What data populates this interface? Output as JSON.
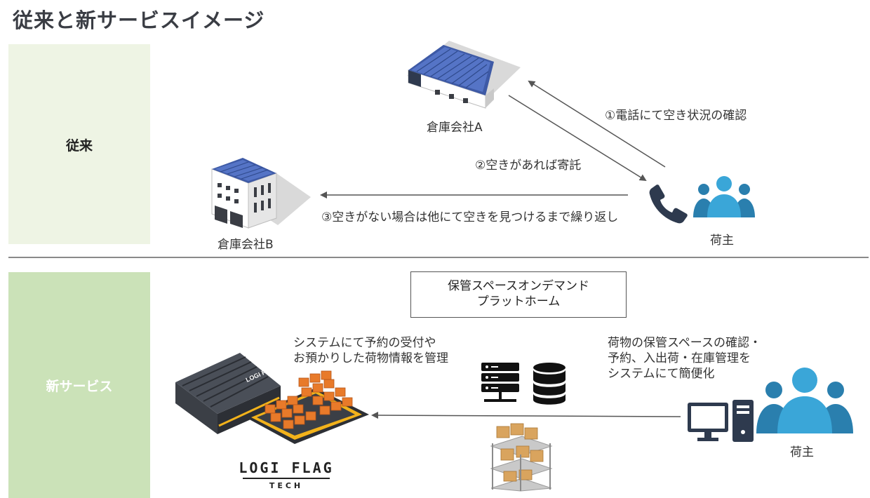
{
  "title": "従来と新サービスイメージ",
  "sections": {
    "traditional": {
      "label": "従来",
      "warehouse_a": "倉庫会社A",
      "warehouse_b": "倉庫会社B",
      "shipper": "荷主",
      "steps": [
        "①電話にて空き状況の確認",
        "②空きがあれば寄託",
        "③空きがない場合は他にて空きを見つけるまで繰り返し"
      ]
    },
    "new_service": {
      "label": "新サービス",
      "platform_lines": [
        "保管スペースオンデマンド",
        "プラットホーム"
      ],
      "system_note": [
        "システムにて予約の受付や",
        "お預かりした荷物情報を管理"
      ],
      "shipper_note": [
        "荷物の保管スペースの確認・",
        "予約、入出荷・在庫管理を",
        "システムにて簡便化"
      ],
      "shipper": "荷主",
      "logo": {
        "brand": "LOGI FLAG",
        "sub": "TECH",
        "roof_text": "LOGI FLAG"
      }
    }
  },
  "colors": {
    "panel_traditional": "#eef4e4",
    "panel_new": "#cbe2b8",
    "people_blue": "#3aa6d8",
    "people_dark": "#2a7fae",
    "phone_navy": "#2e3a4e",
    "boxes_orange": "#e87a2a",
    "pallet_yellow": "#f2b21b"
  },
  "icons": [
    "warehouse-icon",
    "phone-icon",
    "people-icon",
    "server-icon",
    "database-icon",
    "computer-icon",
    "shelf-icon"
  ]
}
